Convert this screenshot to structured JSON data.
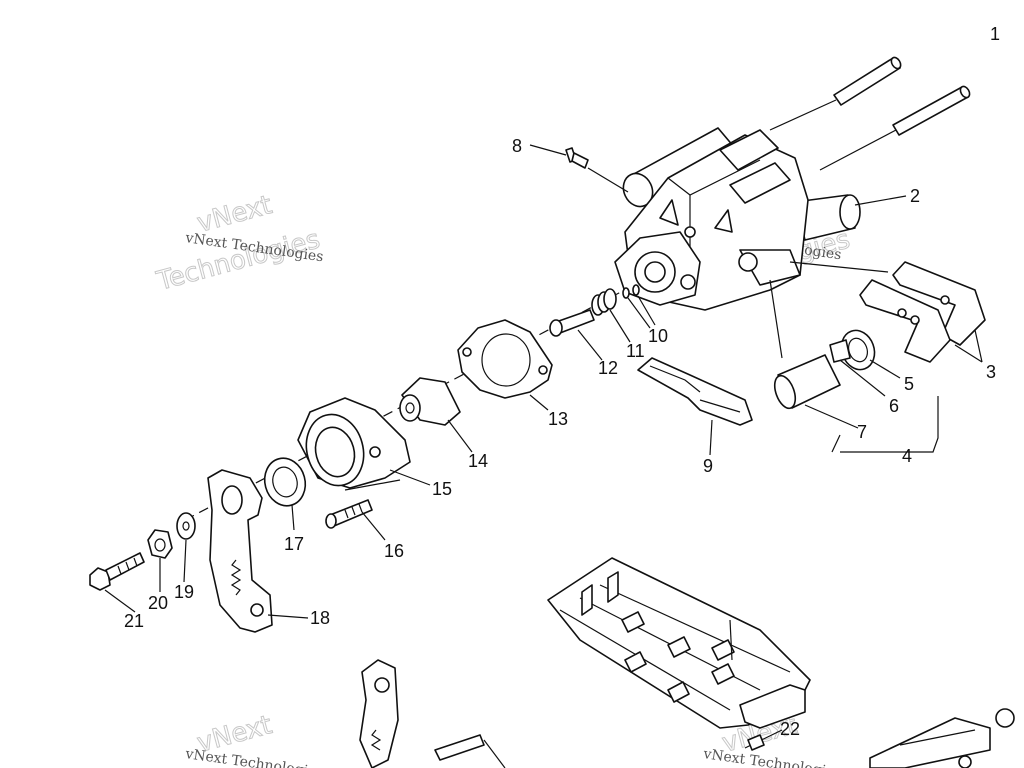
{
  "watermark": {
    "company": "vNext Technologies",
    "line1": "vNext",
    "line2": "Technologies"
  },
  "callouts": {
    "c1": "1",
    "c2": "2",
    "c3": "3",
    "c4": "4",
    "c5": "5",
    "c6": "6",
    "c7": "7",
    "c8": "8",
    "c9": "9",
    "c10": "10",
    "c11": "11",
    "c12": "12",
    "c13": "13",
    "c14": "14",
    "c15": "15",
    "c16": "16",
    "c17": "17",
    "c18": "18",
    "c19": "19",
    "c20": "20",
    "c21": "21",
    "c22": "22"
  }
}
